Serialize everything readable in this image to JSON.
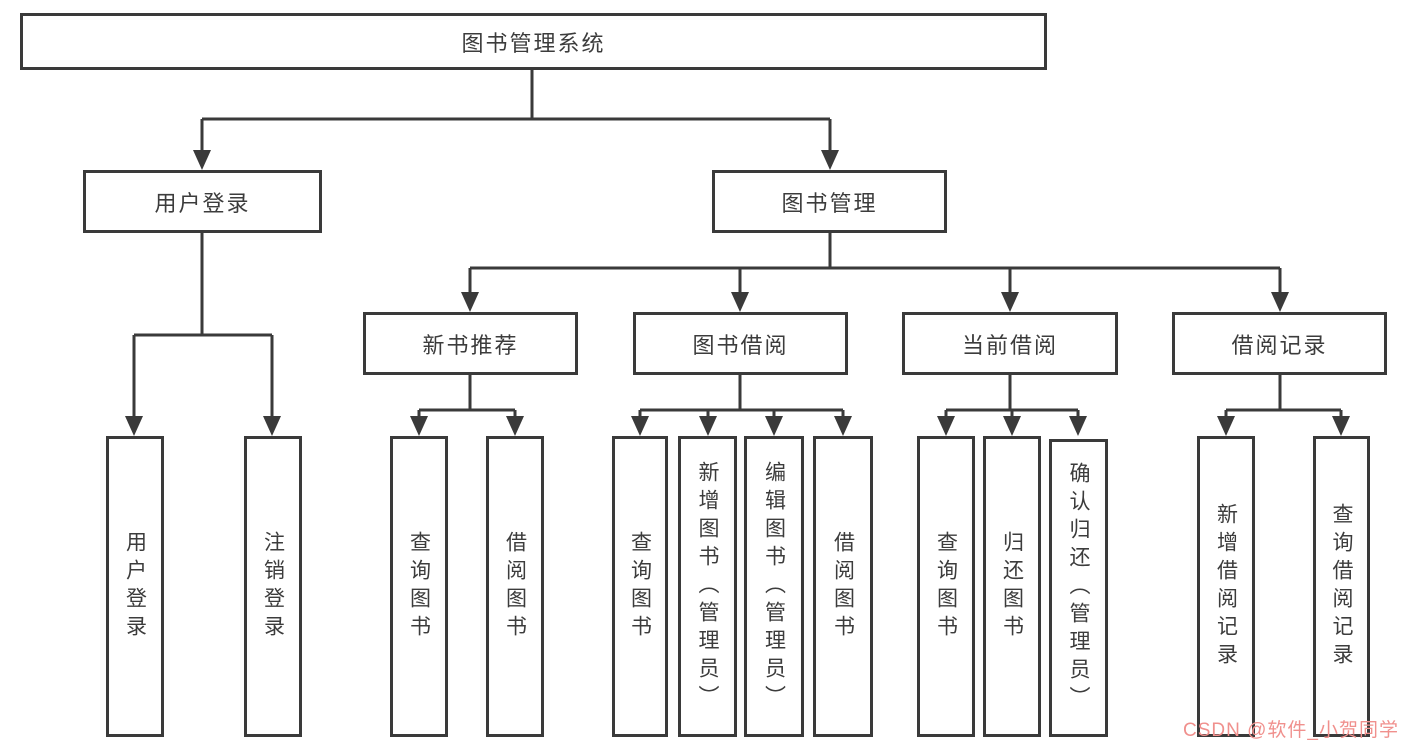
{
  "tree": {
    "label": "图书管理系统",
    "children": [
      {
        "label": "用户登录",
        "children": [
          {
            "label": "用户登录"
          },
          {
            "label": "注销登录"
          }
        ]
      },
      {
        "label": "图书管理",
        "children": [
          {
            "label": "新书推荐",
            "children": [
              {
                "label": "查询图书"
              },
              {
                "label": "借阅图书"
              }
            ]
          },
          {
            "label": "图书借阅",
            "children": [
              {
                "label": "查询图书"
              },
              {
                "label": "新增图书（管理员）"
              },
              {
                "label": "编辑图书（管理员）"
              },
              {
                "label": "借阅图书"
              }
            ]
          },
          {
            "label": "当前借阅",
            "children": [
              {
                "label": "查询图书"
              },
              {
                "label": "归还图书"
              },
              {
                "label": "确认归还（管理员）"
              }
            ]
          },
          {
            "label": "借阅记录",
            "children": [
              {
                "label": "新增借阅记录"
              },
              {
                "label": "查询借阅记录"
              }
            ]
          }
        ]
      }
    ]
  },
  "watermark": {
    "text": "CSDN @软件_小贺同学"
  },
  "colors": {
    "line": "#3a3a3a",
    "text": "#3c3c3c",
    "box-bg": "#ffffff",
    "watermark": "#f0908d"
  }
}
